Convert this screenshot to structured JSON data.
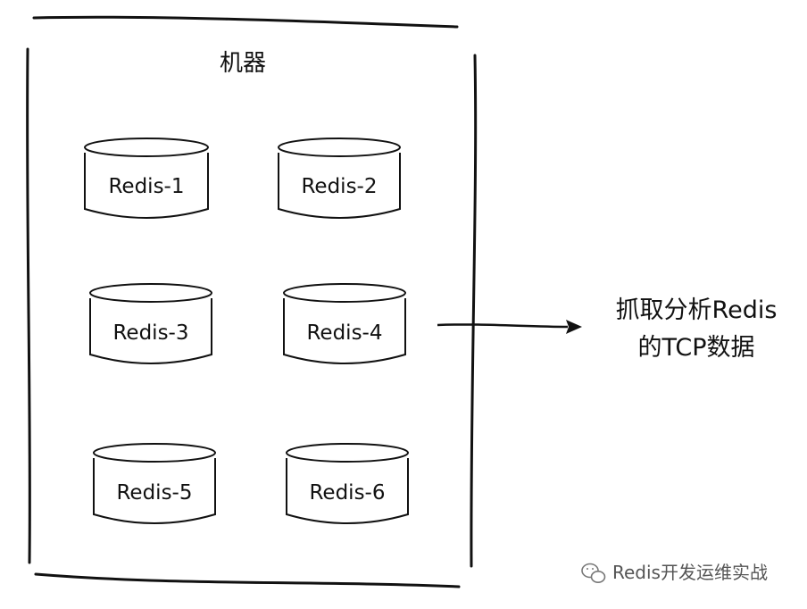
{
  "machine": {
    "title": "机器"
  },
  "instances": [
    {
      "label": "Redis-1"
    },
    {
      "label": "Redis-2"
    },
    {
      "label": "Redis-3"
    },
    {
      "label": "Redis-4"
    },
    {
      "label": "Redis-5"
    },
    {
      "label": "Redis-6"
    }
  ],
  "target": {
    "line1": "抓取分析Redis",
    "line2": "的TCP数据"
  },
  "watermark": {
    "text": "Redis开发运维实战",
    "icon": "wechat-icon"
  },
  "colors": {
    "stroke": "#111111",
    "text": "#111111",
    "watermark": "#555555"
  }
}
